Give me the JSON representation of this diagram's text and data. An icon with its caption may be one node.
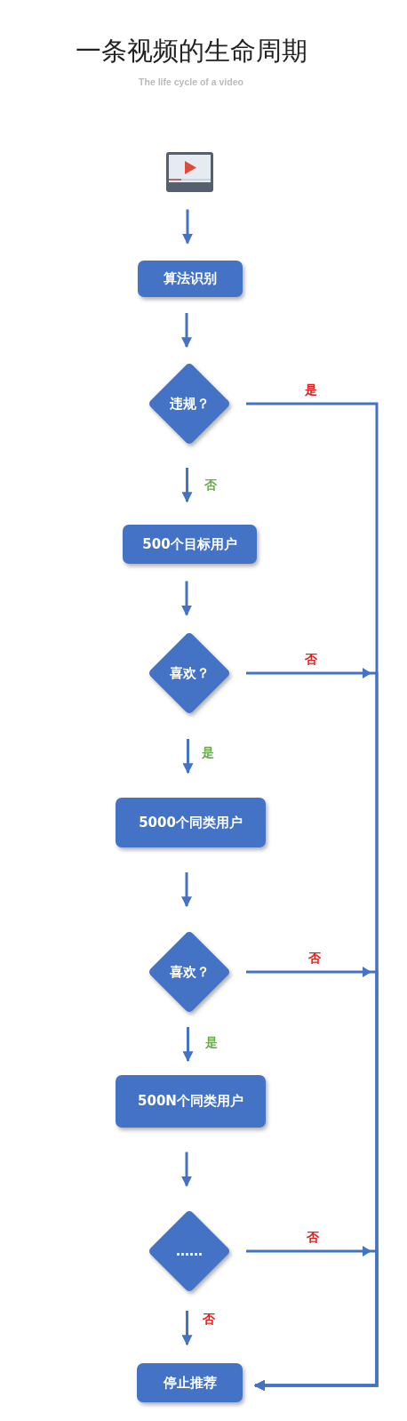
{
  "diagram": {
    "title": "一条视频的生命周期",
    "nodes": [
      {
        "text": [],
        "shape": "picture"
      },
      {
        "text": [
          "算法识别"
        ]
      },
      {
        "text": [
          "违规？"
        ]
      },
      {
        "text": [
          "500个目标用户"
        ]
      },
      {
        "text": [
          "喜欢？"
        ]
      },
      {
        "text": [
          "5000个同类用户"
        ]
      },
      {
        "text": [
          "喜欢？"
        ]
      },
      {
        "text": [
          "500N个同类用户"
        ]
      },
      {
        "text": [
          "……"
        ]
      },
      {
        "text": [
          "停止推荐"
        ]
      }
    ],
    "edges": [
      {
        "from": 0,
        "to": 1,
        "arrow": "to"
      },
      {
        "from": 1,
        "to": 2,
        "arrow": "to"
      },
      {
        "from": 2,
        "to": 3,
        "arrow": "to",
        "label": "否"
      },
      {
        "from": 3,
        "to": 4,
        "arrow": "to"
      },
      {
        "from": 4,
        "to": 5,
        "arrow": "to",
        "label": "是"
      },
      {
        "from": 5,
        "to": 6,
        "arrow": "to"
      },
      {
        "from": 6,
        "to": 7,
        "arrow": "to",
        "label": "是"
      },
      {
        "from": 7,
        "to": 8,
        "arrow": "to"
      },
      {
        "from": 8,
        "to": 9,
        "arrow": "to",
        "label": "否"
      },
      {
        "from": 2,
        "to": 9,
        "arrow": "to",
        "label": "是"
      },
      {
        "from": 4,
        "to": 9,
        "arrow": "to",
        "label": "否"
      },
      {
        "from": 6,
        "to": 9,
        "arrow": "to",
        "label": "否"
      },
      {
        "from": 8,
        "to": 9,
        "arrow": "to",
        "label": "否"
      }
    ],
    "labels": [
      "The life cycle of a video"
    ]
  }
}
